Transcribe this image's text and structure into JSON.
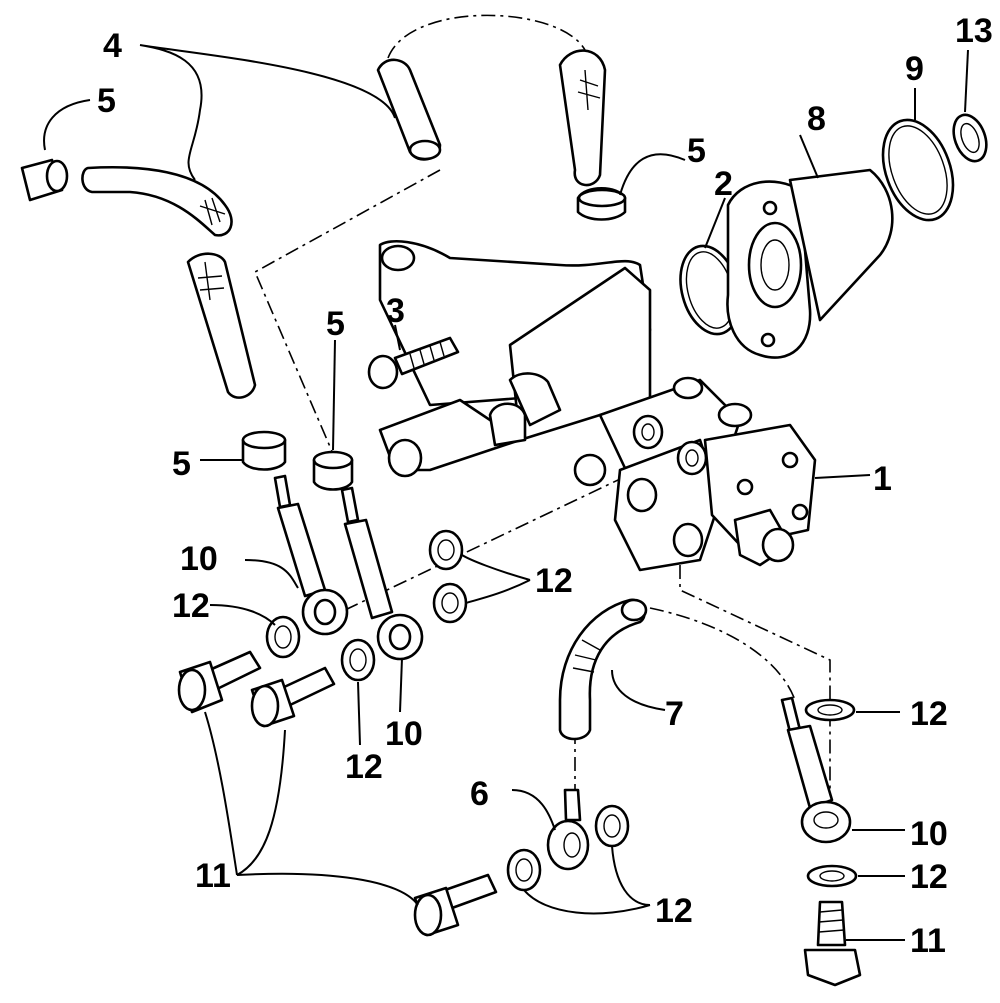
{
  "callouts": {
    "c1": "1",
    "c2": "2",
    "c3": "3",
    "c4": "4",
    "c5a": "5",
    "c5b": "5",
    "c5c": "5",
    "c5d": "5",
    "c6": "6",
    "c7": "7",
    "c8": "8",
    "c9": "9",
    "c10a": "10",
    "c10b": "10",
    "c10c": "10",
    "c11a": "11",
    "c11b": "11",
    "c12a": "12",
    "c12b": "12",
    "c12c": "12",
    "c12d": "12",
    "c12e": "12",
    "c12f": "12",
    "c13": "13"
  }
}
